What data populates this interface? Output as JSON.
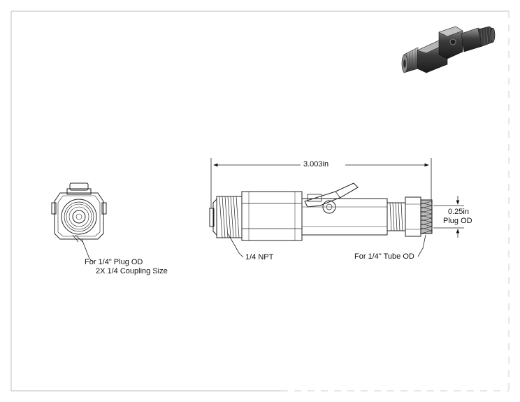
{
  "drawing": {
    "dimensions": {
      "overall_length": "3.003in",
      "plug_od_value": "0.25in",
      "plug_od_label": "Plug OD"
    },
    "callouts": {
      "npt": "1/4 NPT",
      "tube_od": "For 1/4\" Tube OD",
      "plug_od": "For 1/4\" Plug OD",
      "coupling_size": "2X 1/4 Coupling Size"
    }
  }
}
